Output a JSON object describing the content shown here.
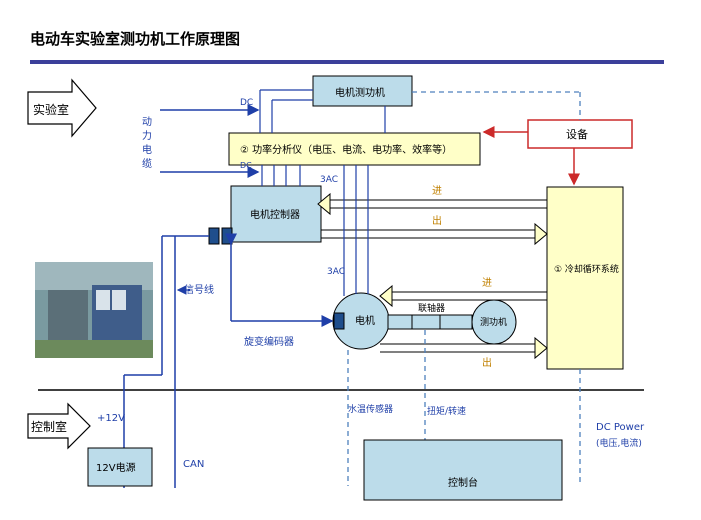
{
  "title": "电动车实验室测功机工作原理图",
  "zones": {
    "lab": "实验室",
    "control": "控制室"
  },
  "boxes": {
    "dyno_motor": "电机测功机",
    "power_analyzer": "② 功率分析仪（电压、电流、电功率、效率等）",
    "device": "设备",
    "motor_controller": "电机控制器",
    "cooling": "① 冷却循环系统",
    "motor": "电机",
    "dyno": "测功机",
    "console": "控制台",
    "psu": "12V电源"
  },
  "labels": {
    "dc": "DC",
    "power_cable": [
      "动",
      "力",
      "电",
      "缆"
    ],
    "dc_small": "DC",
    "vac1": "3AC",
    "vac2": "3AC",
    "signal": "信号线",
    "resolver": "旋变编码器",
    "in1": "进",
    "out1": "出",
    "in2": "进",
    "out2": "出",
    "coupling": "联轴器",
    "water_sensor": "水温传感器",
    "torque": "扭矩/转速",
    "dc_power": "DC Power",
    "dc_power_sub": "(电压,电流)",
    "v12": "+12V",
    "can": "CAN"
  },
  "colors": {
    "box_fill": "#bcdcea",
    "analyzer_fill": "#ffffc8",
    "blue_line": "#1f3fa8",
    "dashed_blue": "#4f81bd",
    "red": "#cc2a2a",
    "title_bar": "#3b3f9a"
  },
  "photo": {
    "description_icon": "lab-photo"
  }
}
